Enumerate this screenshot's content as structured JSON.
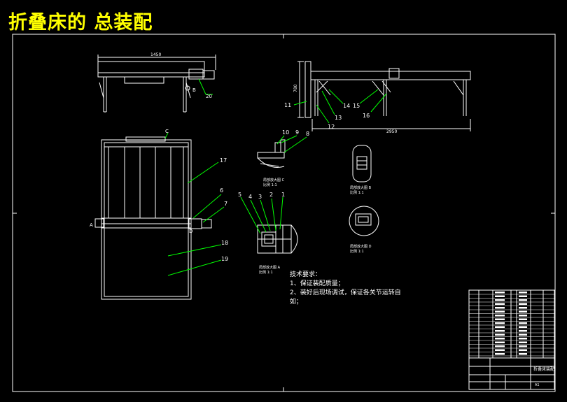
{
  "title": "折叠床的 总装配",
  "colors": {
    "background": "#000000",
    "title": "#ffff00",
    "lines": "#ffffff",
    "leaders": "#00ff00"
  },
  "top_view": {
    "overall_width": "1450",
    "callouts": [
      "B",
      "20"
    ]
  },
  "side_view": {
    "overall_length": "2950",
    "height_dim": "780",
    "callouts": [
      "11",
      "12",
      "13",
      "14",
      "15",
      "16"
    ]
  },
  "plan_view": {
    "callouts": [
      "C",
      "17",
      "6",
      "7",
      "18",
      "19",
      "A",
      "D"
    ]
  },
  "detail_c": {
    "callouts": [
      "10",
      "9",
      "8"
    ],
    "caption_line1": "局部放大图 C",
    "caption_line2": "比例 1:1"
  },
  "detail_a": {
    "callouts": [
      "5",
      "4",
      "3",
      "2",
      "1"
    ],
    "caption_line1": "局部放大图 A",
    "caption_line2": "比例 1:1"
  },
  "detail_b": {
    "caption_line1": "局部放大图 B",
    "caption_line2": "比例 1:1"
  },
  "detail_d": {
    "caption_line1": "局部放大图 D",
    "caption_line2": "比例 1:1"
  },
  "tech_req": {
    "heading": "技术要求：",
    "line1": "1、保证装配质量；",
    "line2": "2、装好后现场调试，保证各关节运转自",
    "line3": "如；"
  },
  "title_block": {
    "drawing_name": "折叠床装配",
    "sheet": "A1"
  }
}
